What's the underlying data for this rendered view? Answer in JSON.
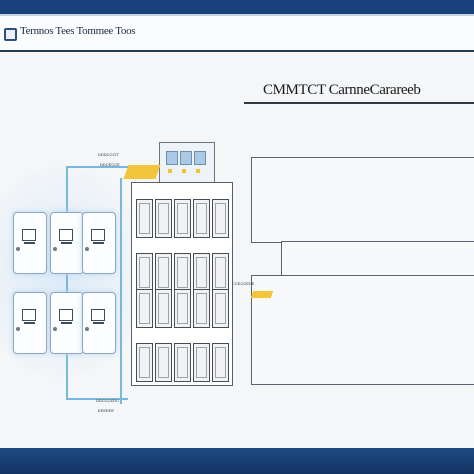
{
  "app": {
    "title": "Ternnos Tees Tommee Toos"
  },
  "diagram": {
    "title": "CMMTCT CarnneCarareeb",
    "labels": {
      "top_left": [
        "DDDCCCIT",
        "DDCECCE"
      ],
      "middle_right": "CCECCEDE",
      "bottom_left": [
        "DDCCCEDC",
        "EEEEEE"
      ]
    }
  },
  "devices": [
    {
      "icon": "monitor-icon"
    },
    {
      "icon": "monitor-icon"
    },
    {
      "icon": "monitor-icon"
    },
    {
      "icon": "monitor-icon"
    },
    {
      "icon": "monitor-icon"
    },
    {
      "icon": "monitor-icon"
    }
  ],
  "rack": {
    "rows": 4,
    "cols": 5
  },
  "colors": {
    "frame": "#173a6e",
    "accent_yellow": "#f2c53a",
    "connector_blue": "#78b7de"
  }
}
